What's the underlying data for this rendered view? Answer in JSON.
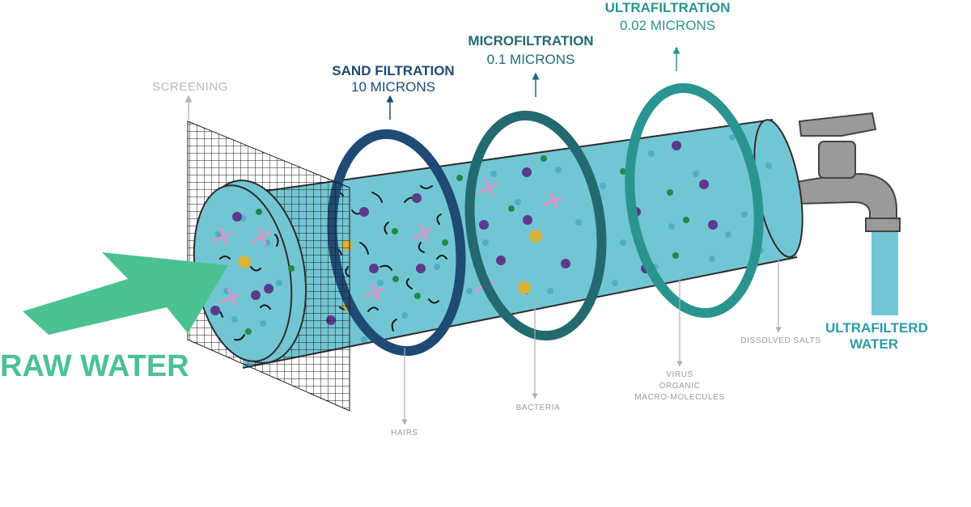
{
  "labels": {
    "screening": "SCREENING",
    "sand_title": "SAND FILTRATION",
    "sand_size": "10 MICRONS",
    "micro_title": "MICROFILTRATION",
    "micro_size": "0.1 MICRONS",
    "ultra_title": "ULTRAFILTRATION",
    "ultra_size": "0.02 MICRONS",
    "raw_water": "RAW WATER",
    "ultrafiltered_1": "ULTRAFILTERD",
    "ultrafiltered_2": "WATER",
    "hairs": "HAIRS",
    "bacteria": "BACTERIA",
    "virus": "VIRUS",
    "organic": "ORGANIC",
    "macro_molecules": "MACRO-MOLECULES",
    "dissolved_salts": "DISSOLVED SALTS"
  },
  "colors": {
    "water": "#72c6d4",
    "water_dark": "#4eb0c2",
    "sand_ring": "#1f4a73",
    "micro_ring": "#236a70",
    "ultra_ring": "#2a9590",
    "arrow": "#4cc192",
    "particle_purple": "#5b3a8c",
    "particle_green": "#1f8a4a",
    "particle_pink": "#e293c8",
    "particle_yellow": "#d8b23a",
    "faucet": "#9a9a9a"
  },
  "icons": [
    "screen-mesh-icon",
    "water-pipe-icon",
    "faucet-icon",
    "raw-water-arrow-icon",
    "filter-ring-icon"
  ]
}
